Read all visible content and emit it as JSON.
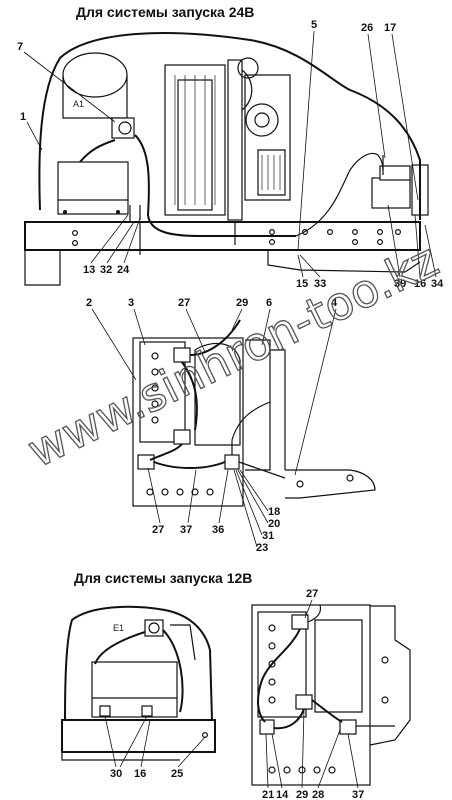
{
  "top_section": {
    "title": "Для системы запуска 24В",
    "labels": {
      "l1": "1",
      "l5": "5",
      "l7": "7",
      "l13": "13",
      "l15": "15",
      "l16": "16",
      "l17": "17",
      "l24": "24",
      "l26": "26",
      "l32": "32",
      "l33": "33",
      "l34": "34",
      "l39": "39"
    },
    "marking": "A1"
  },
  "middle_section": {
    "labels": {
      "l2": "2",
      "l3": "3",
      "l4": "4",
      "l6": "6",
      "l18": "18",
      "l20": "20",
      "l23": "23",
      "l27a": "27",
      "l27b": "27",
      "l29": "29",
      "l31": "31",
      "l36": "36",
      "l37": "37"
    }
  },
  "bottom_section": {
    "title": "Для системы запуска 12В",
    "labels": {
      "l14": "14",
      "l16": "16",
      "l21": "21",
      "l25": "25",
      "l27": "27",
      "l28": "28",
      "l29": "29",
      "l30": "30",
      "l37": "37"
    },
    "marking": "E1"
  },
  "watermark": "www.sinhron-too.kz"
}
